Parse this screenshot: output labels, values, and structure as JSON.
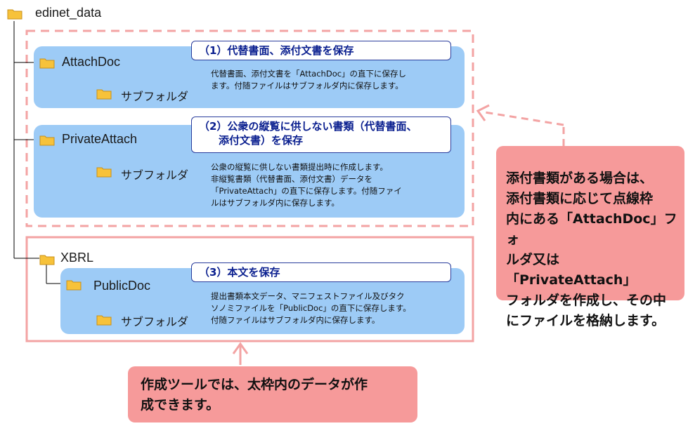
{
  "root": {
    "label": "edinet_data"
  },
  "attachdoc": {
    "label": "AttachDoc",
    "subfolder": "サブフォルダ",
    "callout": "（1）代替書面、添付文書を保存",
    "desc": [
      "代替書面、添付文書を「AttachDoc」の直下に保存し",
      "ます。付随ファイルはサブフォルダ内に保存します。"
    ]
  },
  "privateattach": {
    "label": "PrivateAttach",
    "subfolder": "サブフォルダ",
    "callout": [
      "（2）公衆の縦覧に供しない書類（代替書面、",
      "添付文書）を保存"
    ],
    "desc": [
      "公衆の縦覧に供しない書類提出時に作成します。",
      "非縦覧書類（代替書面、添付文書）データを",
      "「PrivateAttach」の直下に保存します。付随ファイ",
      "ルはサブフォルダ内に保存します。"
    ]
  },
  "xbrl": {
    "label": "XBRL"
  },
  "publicdoc": {
    "label": "PublicDoc",
    "subfolder": "サブフォルダ",
    "callout": "（3）本文を保存",
    "desc": [
      "提出書類本文データ、マニフェストファイル及びタク",
      "ソノミファイルを「PublicDoc」の直下に保存します。",
      "付随ファイルはサブフォルダ内に保存します。"
    ]
  },
  "note_right": [
    "添付書類がある場合は、",
    "添付書類に応じて点線枠",
    "内にある「AttachDoc」フォ",
    "ルダ又は「PrivateAttach」",
    "フォルダを作成し、その中",
    "にファイルを格納します。"
  ],
  "note_bottom": [
    "作成ツールでは、太枠内のデータが作",
    "成できます。"
  ],
  "colors": {
    "panel": "#9dcbf6",
    "accent_pink": "#f69a9a",
    "callout_border": "#2a3d9c",
    "callout_text": "#0a1f8f",
    "folder": "#f7c23a"
  }
}
